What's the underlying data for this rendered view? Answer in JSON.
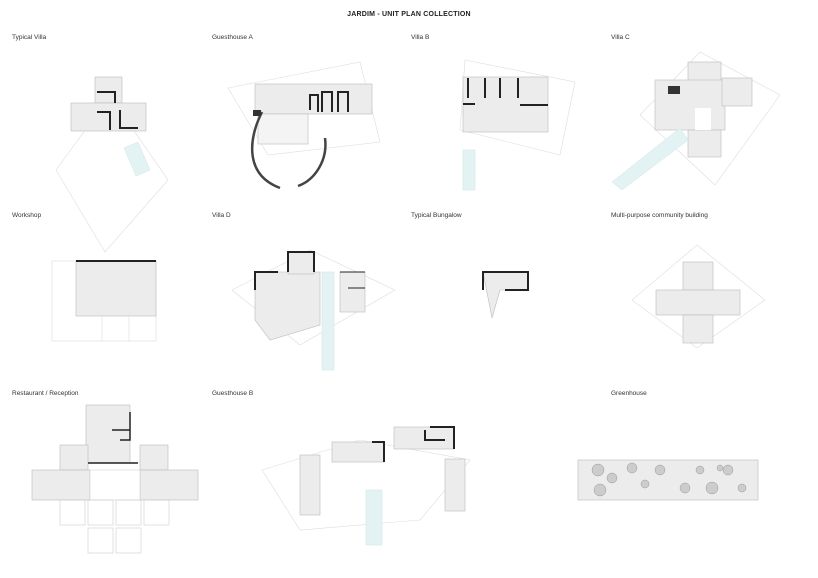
{
  "title": "JARDIM - UNIT PLAN COLLECTION",
  "units": [
    {
      "label": "Typical Villa"
    },
    {
      "label": "Guesthouse A"
    },
    {
      "label": "Villa B"
    },
    {
      "label": "Villa C"
    },
    {
      "label": "Workshop"
    },
    {
      "label": "Villa D"
    },
    {
      "label": "Typical Bungalow"
    },
    {
      "label": "Multi-purpose community building"
    },
    {
      "label": "Restaurant / Reception"
    },
    {
      "label": "Guesthouse B"
    },
    {
      "label": "Greenhouse"
    }
  ]
}
